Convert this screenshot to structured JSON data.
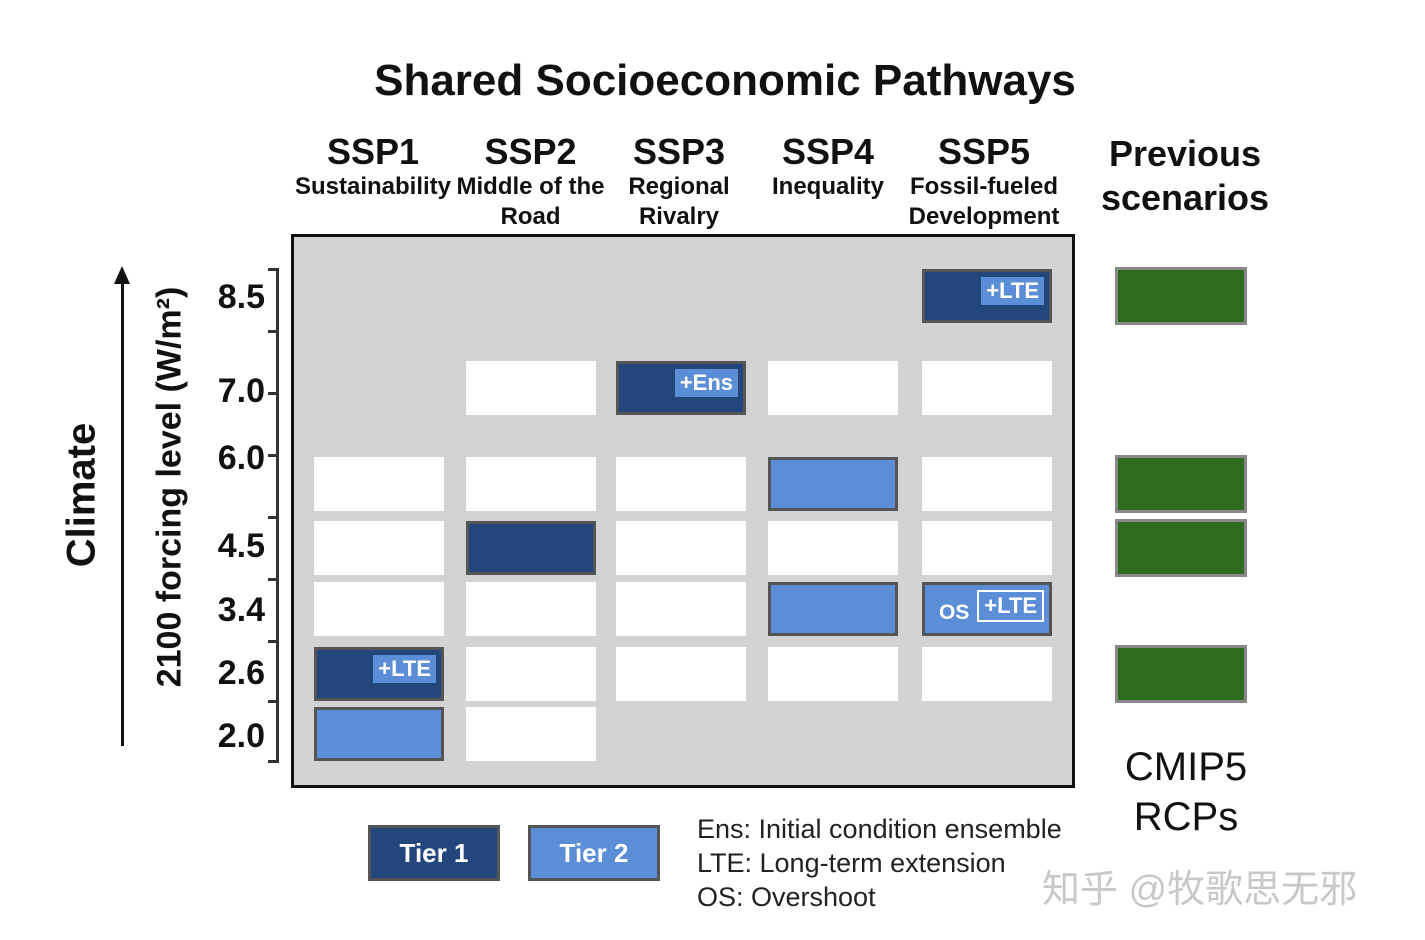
{
  "title": "Shared Socioeconomic Pathways",
  "columns": [
    {
      "name": "SSP1",
      "subtitle": "Sustainability"
    },
    {
      "name": "SSP2",
      "subtitle": "Middle of the Road"
    },
    {
      "name": "SSP3",
      "subtitle": "Regional Rivalry"
    },
    {
      "name": "SSP4",
      "subtitle": "Inequality"
    },
    {
      "name": "SSP5",
      "subtitle": "Fossil-fueled Development"
    }
  ],
  "previous_header": "Previous scenarios",
  "y_axis": {
    "climate_label": "Climate",
    "forcing_label": "2100 forcing level (W/m²)",
    "ticks": [
      "8.5",
      "7.0",
      "6.0",
      "4.5",
      "3.4",
      "2.6",
      "2.0"
    ]
  },
  "cells": [
    {
      "ssp": "SSP5",
      "level": "8.5",
      "tier": "tier1",
      "tag": "+LTE"
    },
    {
      "ssp": "SSP2",
      "level": "7.0",
      "tier": "none"
    },
    {
      "ssp": "SSP3",
      "level": "7.0",
      "tier": "tier1",
      "tag": "+Ens"
    },
    {
      "ssp": "SSP4",
      "level": "7.0",
      "tier": "none"
    },
    {
      "ssp": "SSP5",
      "level": "7.0",
      "tier": "none"
    },
    {
      "ssp": "SSP1",
      "level": "6.0",
      "tier": "none"
    },
    {
      "ssp": "SSP2",
      "level": "6.0",
      "tier": "none"
    },
    {
      "ssp": "SSP3",
      "level": "6.0",
      "tier": "none"
    },
    {
      "ssp": "SSP4",
      "level": "6.0",
      "tier": "tier2"
    },
    {
      "ssp": "SSP5",
      "level": "6.0",
      "tier": "none"
    },
    {
      "ssp": "SSP1",
      "level": "4.5",
      "tier": "none"
    },
    {
      "ssp": "SSP2",
      "level": "4.5",
      "tier": "tier1"
    },
    {
      "ssp": "SSP3",
      "level": "4.5",
      "tier": "none"
    },
    {
      "ssp": "SSP4",
      "level": "4.5",
      "tier": "none"
    },
    {
      "ssp": "SSP5",
      "level": "4.5",
      "tier": "none"
    },
    {
      "ssp": "SSP1",
      "level": "3.4",
      "tier": "none"
    },
    {
      "ssp": "SSP2",
      "level": "3.4",
      "tier": "none"
    },
    {
      "ssp": "SSP3",
      "level": "3.4",
      "tier": "none"
    },
    {
      "ssp": "SSP4",
      "level": "3.4",
      "tier": "tier2"
    },
    {
      "ssp": "SSP5",
      "level": "3.4",
      "tier": "tier2",
      "tag": "+LTE",
      "os": "OS"
    },
    {
      "ssp": "SSP1",
      "level": "2.6",
      "tier": "tier1",
      "tag": "+LTE"
    },
    {
      "ssp": "SSP2",
      "level": "2.6",
      "tier": "none"
    },
    {
      "ssp": "SSP3",
      "level": "2.6",
      "tier": "none"
    },
    {
      "ssp": "SSP4",
      "level": "2.6",
      "tier": "none"
    },
    {
      "ssp": "SSP5",
      "level": "2.6",
      "tier": "none"
    },
    {
      "ssp": "SSP1",
      "level": "2.0",
      "tier": "tier2"
    },
    {
      "ssp": "SSP2",
      "level": "2.0",
      "tier": "none"
    }
  ],
  "previous_scenarios": [
    "8.5",
    "6.0",
    "4.5",
    "2.6"
  ],
  "previous_footer": "CMIP5 RCPs",
  "legend": {
    "tier1": "Tier 1",
    "tier2": "Tier 2",
    "notes": [
      "Ens: Initial condition ensemble",
      "LTE: Long-term extension",
      "OS: Overshoot"
    ]
  },
  "colors": {
    "tier1": "#23477d",
    "tier2": "#5b8ed6",
    "empty": "#ffffff",
    "panel": "#d3d3d3",
    "rcp": "#2e6b1e"
  },
  "watermark": "知乎 @牧歌思无邪"
}
